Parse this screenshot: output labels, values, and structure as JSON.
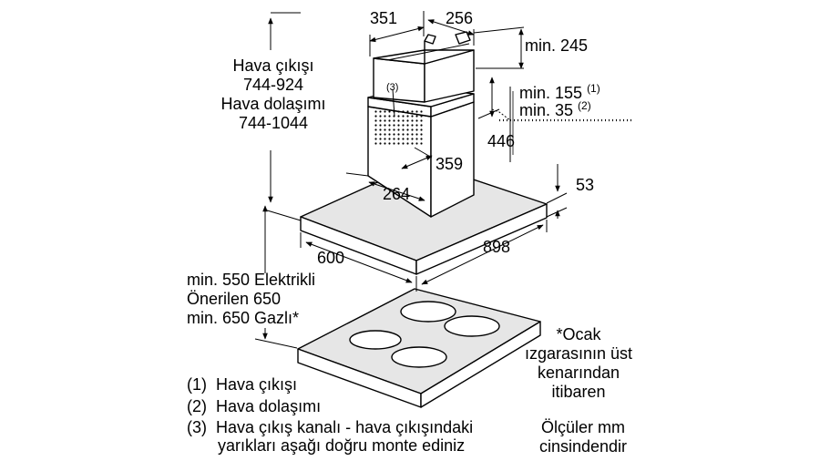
{
  "dimensions": {
    "chimney_width": "351",
    "chimney_depth": "256",
    "min_top": "min. 245",
    "min_155": "min. 155",
    "sup_1": "(1)",
    "min_35": "min. 35",
    "sup_2": "(2)",
    "d446": "446",
    "d359": "359",
    "d264": "264",
    "d53": "53",
    "d600": "600",
    "d898": "898",
    "callout_3": "(3)"
  },
  "height_label": [
    "Hava çıkışı",
    "744-924",
    "Hava dolaşımı",
    "744-1044"
  ],
  "distance_label": [
    "min. 550 Elektrikli",
    "Önerilen 650",
    "min. 650 Gazlı*"
  ],
  "hob_note": [
    "*Ocak",
    "ızgarasının üst",
    "kenarından",
    "itibaren"
  ],
  "units_note": [
    "Ölçüler mm",
    "cinsindendir"
  ],
  "legend": [
    {
      "num": "(1)",
      "text": "Hava çıkışı"
    },
    {
      "num": "(2)",
      "text": "Hava dolaşımı"
    },
    {
      "num": "(3)",
      "text": "Hava çıkış kanalı - hava çıkışındaki",
      "text2": "yarıkları aşağı doğru monte ediniz"
    }
  ]
}
